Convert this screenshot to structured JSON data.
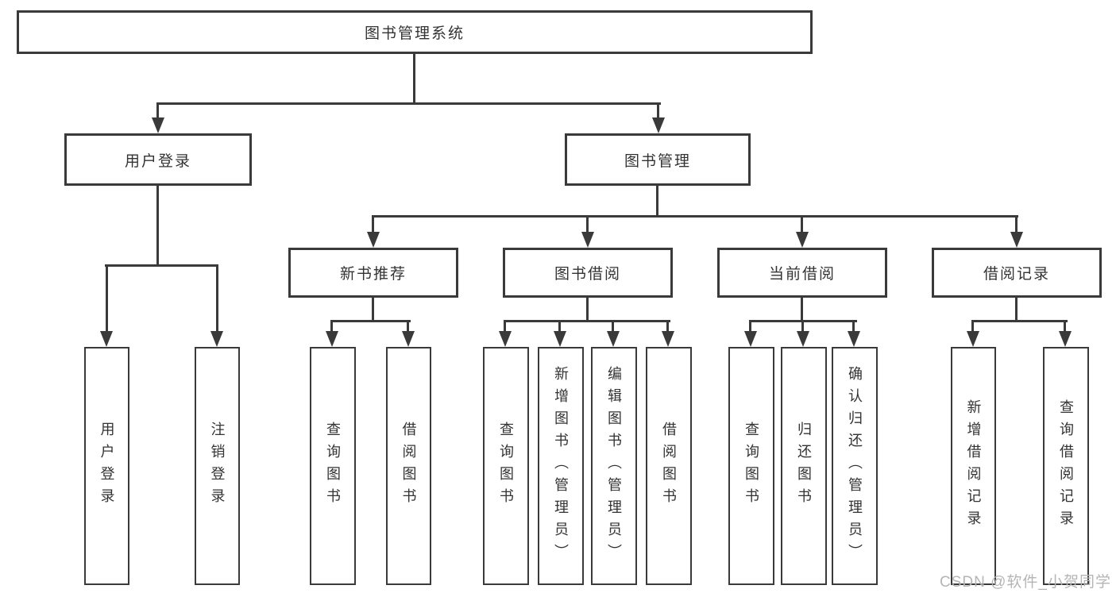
{
  "diagram": {
    "type": "hierarchy-tree",
    "tree": {
      "label": "图书管理系统",
      "children": [
        {
          "label": "用户登录",
          "children": [
            {
              "label": "用户登录"
            },
            {
              "label": "注销登录"
            }
          ]
        },
        {
          "label": "图书管理",
          "children": [
            {
              "label": "新书推荐",
              "children": [
                {
                  "label": "查询图书"
                },
                {
                  "label": "借阅图书"
                }
              ]
            },
            {
              "label": "图书借阅",
              "children": [
                {
                  "label": "查询图书"
                },
                {
                  "label": "新增图书（管理员）"
                },
                {
                  "label": "编辑图书（管理员）"
                },
                {
                  "label": "借阅图书"
                }
              ]
            },
            {
              "label": "当前借阅",
              "children": [
                {
                  "label": "查询图书"
                },
                {
                  "label": "归还图书"
                },
                {
                  "label": "确认归还（管理员）"
                }
              ]
            },
            {
              "label": "借阅记录",
              "children": [
                {
                  "label": "新增借阅记录"
                },
                {
                  "label": "查询借阅记录"
                }
              ]
            }
          ]
        }
      ]
    },
    "colors": {
      "line": "#3a3a3a",
      "text": "#333333",
      "background": "#ffffff",
      "watermark": "#b5b5b5"
    }
  },
  "watermark": {
    "text": "CSDN @软件_小贺同学"
  }
}
